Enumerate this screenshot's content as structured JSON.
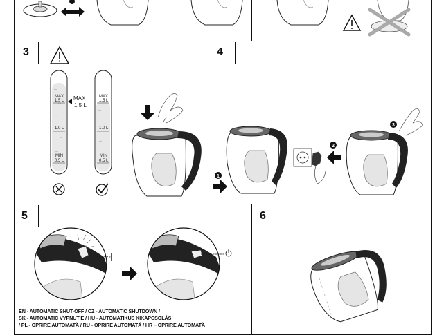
{
  "panels": [
    {
      "id": "3",
      "label": "3"
    },
    {
      "id": "4",
      "label": "4"
    },
    {
      "id": "5",
      "label": "5"
    },
    {
      "id": "6",
      "label": "6"
    }
  ],
  "level_labels": {
    "max_side": "MAX",
    "max_side_volume": "1.5 L",
    "tube_max": "MAX",
    "tube_max_vol": "1.5 L",
    "tube_mid": "1.0 L",
    "tube_min": "MIN",
    "tube_min_vol": "0.5 L"
  },
  "steps_panel4": [
    "1",
    "2",
    "3"
  ],
  "caption_lines": [
    "EN - AUTOMATIC SHUT-OFF / CZ - AUTOMATIC SHUTDOWN /",
    "SK - AUTOMATIC VYPNUTIE / HU - AUTOMATIKUS KIKAPCSOLÁS",
    "/ PL - OPRIRE AUTOMATĂ / RU - OPRIRE AUTOMATĂ / HR – OPRIRE AUTOMATĂ"
  ],
  "icons": [
    "warning-icon",
    "wrong-icon",
    "correct-icon",
    "arrow-icon",
    "hand-icon",
    "kettle-icon",
    "base-icon"
  ]
}
